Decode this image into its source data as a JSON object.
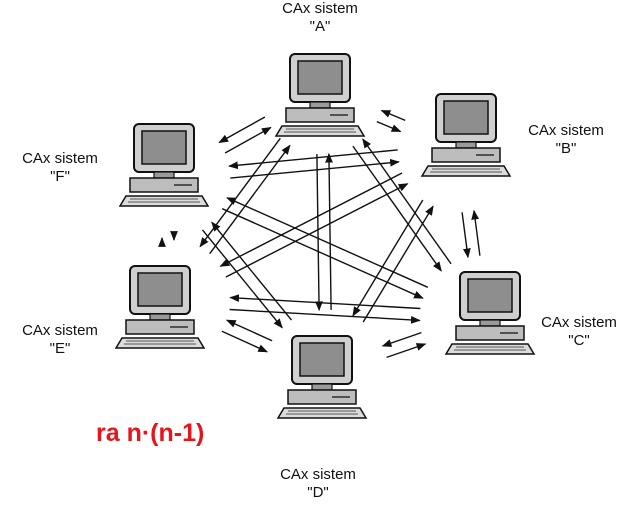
{
  "systems": {
    "A": {
      "line1": "CAx sistem",
      "line2": "\"A\""
    },
    "B": {
      "line1": "CAx sistem",
      "line2": "\"B\""
    },
    "C": {
      "line1": "CAx sistem",
      "line2": "\"C\""
    },
    "D": {
      "line1": "CAx sistem",
      "line2": "\"D\""
    },
    "E": {
      "line1": "CAx sistem",
      "line2": "\"E\""
    },
    "F": {
      "line1": "CAx sistem",
      "line2": "\"F\""
    }
  },
  "formula": "ra  n·(n-1)",
  "colors": {
    "formula": "#e8141b",
    "lines": "#111111"
  },
  "icons": [
    "computer-icon"
  ]
}
